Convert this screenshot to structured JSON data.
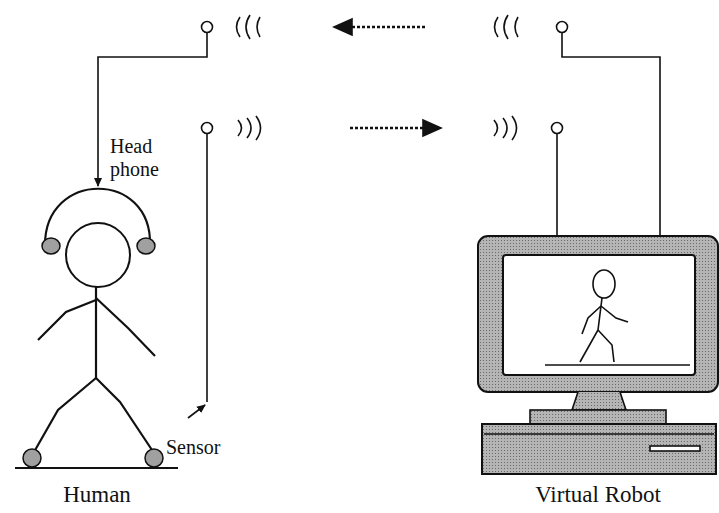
{
  "diagram": {
    "labels": [
      "Head phone",
      "Sensor",
      "Human",
      "Virtual Robot"
    ]
  }
}
